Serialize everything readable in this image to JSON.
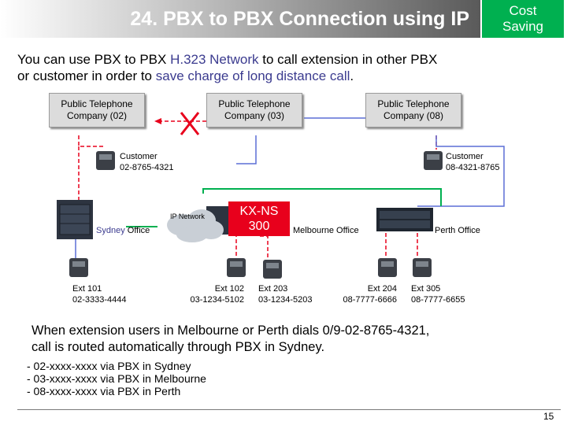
{
  "title": "24. PBX to PBX Connection using IP",
  "badge": {
    "line1": "Cost",
    "line2": "Saving"
  },
  "intro": {
    "line1_a": "You can use PBX to PBX ",
    "line1_b": "H.323 Network",
    "line1_c": " to call extension in other PBX",
    "line2_a": "or customer in order to ",
    "line2_b": "save charge of long distance call",
    "line2_c": "."
  },
  "diagram": {
    "companies": [
      {
        "line1": "Public Telephone",
        "line2": "Company (02)"
      },
      {
        "line1": "Public Telephone",
        "line2": "Company (03)"
      },
      {
        "line1": "Public Telephone",
        "line2": "Company (08)"
      }
    ],
    "customers": [
      {
        "line1": "Customer",
        "line2": "02-8765-4321"
      },
      {
        "line1": "Customer",
        "line2": "08-4321-8765"
      }
    ],
    "ip_network": "IP Network",
    "kxns": {
      "line1": "KX-NS",
      "line2": "300"
    },
    "offices": {
      "sydney_a": "Sydney",
      "sydney_b": " Office",
      "melbourne": "Melbourne Office",
      "perth": "Perth Office"
    },
    "extensions": [
      {
        "line1": "Ext 101",
        "line2": "02-3333-4444"
      },
      {
        "line1": "Ext 102",
        "line2": "03-1234-5102"
      },
      {
        "line1": "Ext 203",
        "line2": "03-1234-5203"
      },
      {
        "line1": "Ext 204",
        "line2": "08-7777-6666"
      },
      {
        "line1": "Ext 305",
        "line2": "08-7777-6655"
      }
    ],
    "colors": {
      "red": "#e8001c",
      "green": "#00b050",
      "blue": "#5b6fd6"
    }
  },
  "bottom": {
    "line1": "When extension users in Melbourne or Perth dials 0/9-02-8765-4321,",
    "line2": "call is routed automatically through PBX in Sydney.",
    "bullets": [
      "- 02-xxxx-xxxx via PBX in Sydney",
      "- 03-xxxx-xxxx via PBX in Melbourne",
      "- 08-xxxx-xxxx via PBX in Perth"
    ]
  },
  "page_number": "15"
}
